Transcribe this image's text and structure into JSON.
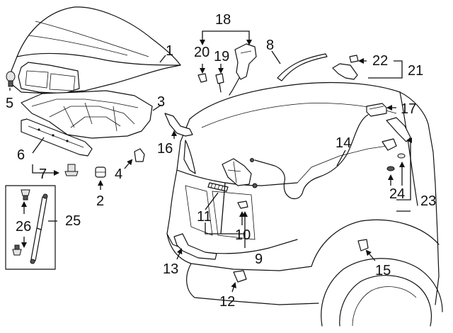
{
  "callouts": [
    "1",
    "2",
    "3",
    "4",
    "5",
    "6",
    "7",
    "8",
    "9",
    "10",
    "11",
    "12",
    "13",
    "14",
    "15",
    "16",
    "17",
    "18",
    "19",
    "20",
    "21",
    "22",
    "23",
    "24",
    "25",
    "26"
  ],
  "colors": {
    "line": "#111111",
    "background": "#ffffff",
    "shade": "#555555"
  }
}
